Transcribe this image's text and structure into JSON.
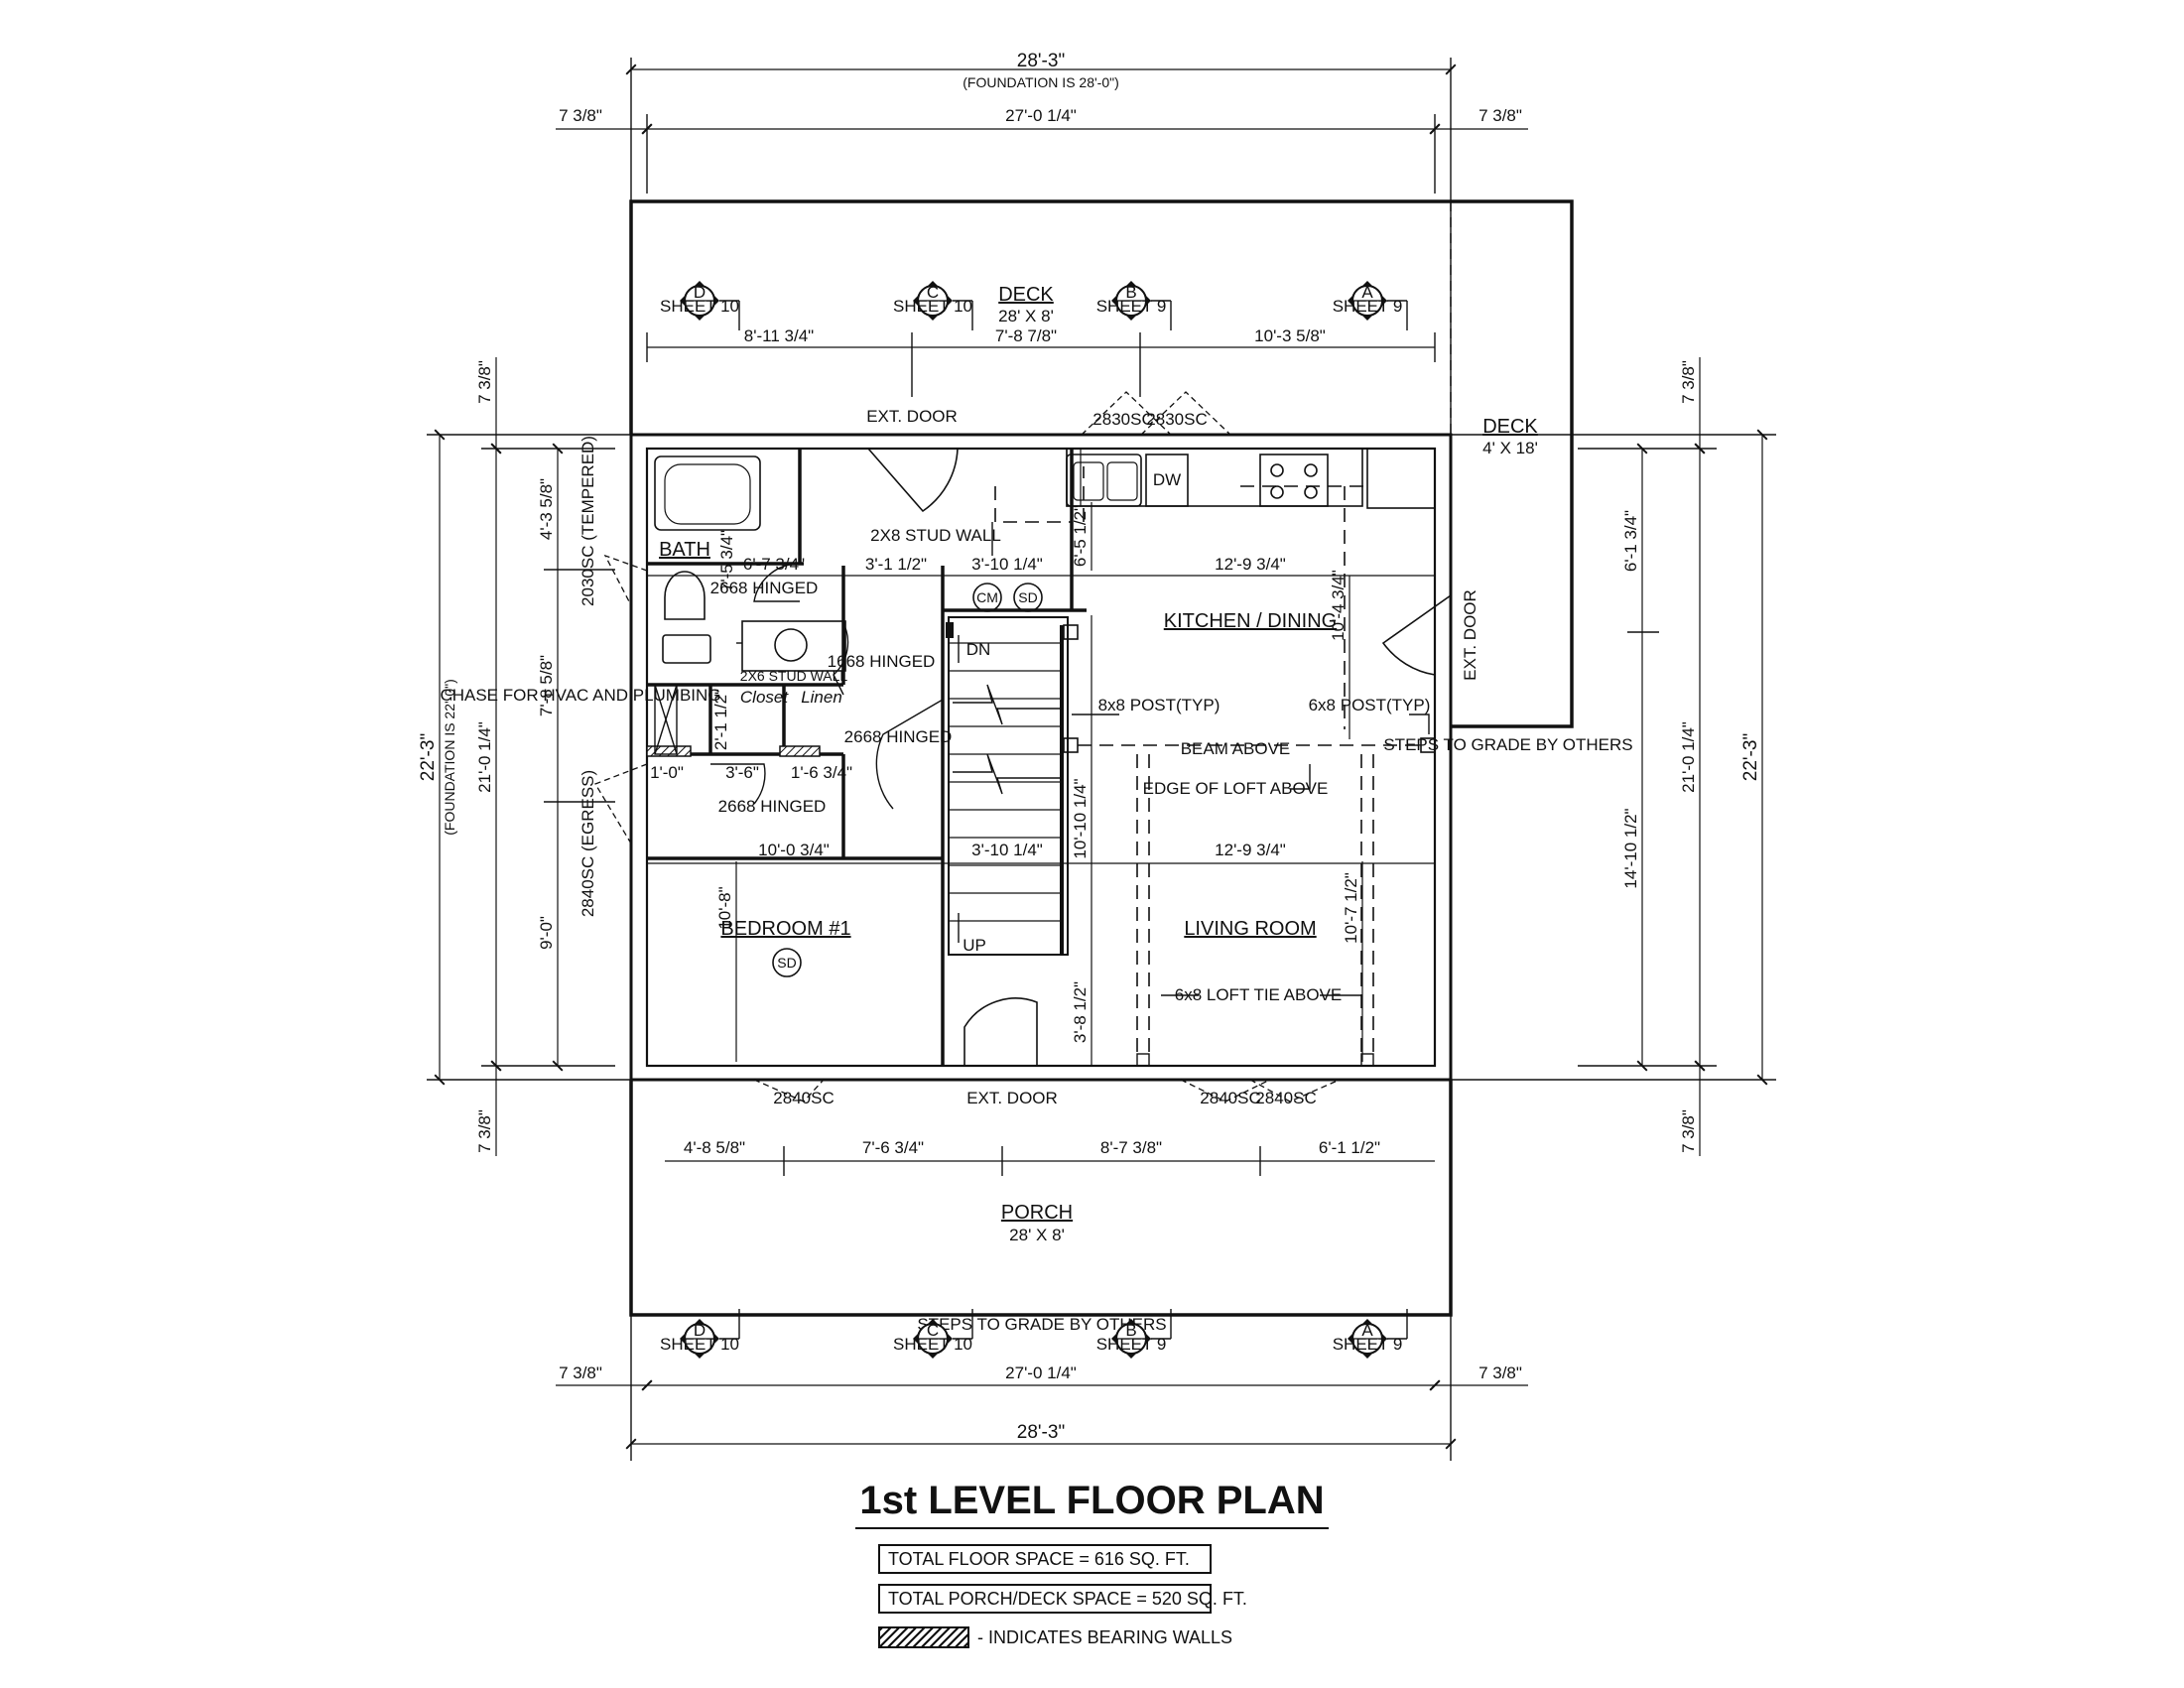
{
  "title": "1st LEVEL FLOOR PLAN",
  "stats": {
    "floor_space": "TOTAL FLOOR SPACE = 616 SQ. FT.",
    "porch_deck_space": "TOTAL PORCH/DECK SPACE = 520 SQ. FT."
  },
  "legend": {
    "bearing_walls": "- INDICATES BEARING WALLS"
  },
  "overall": {
    "top_width": "28'-3\"",
    "foundation_width": "(FOUNDATION IS 28'-0\")",
    "inner_width": "27'-0 1/4\"",
    "offset": "7 3/8\"",
    "bottom_width": "28'-3\"",
    "side_height": "22'-3\"",
    "foundation_height": "(FOUNDATION IS 22'-0\")",
    "inner_height": "21'-0 1/4\""
  },
  "rooms": {
    "deck_rear": {
      "name": "DECK",
      "size": "28' X 8'"
    },
    "deck_side": {
      "name": "DECK",
      "size": "4' X 18'"
    },
    "porch": {
      "name": "PORCH",
      "size": "28' X 8'"
    },
    "kitchen": "KITCHEN / DINING",
    "living": "LIVING ROOM",
    "bedroom": "BEDROOM #1",
    "bath": "BATH",
    "closet": "Closet",
    "linen": "Linen"
  },
  "sections": [
    {
      "letter": "D",
      "sheet": "SHEET 10"
    },
    {
      "letter": "C",
      "sheet": "SHEET 10"
    },
    {
      "letter": "B",
      "sheet": "SHEET 9"
    },
    {
      "letter": "A",
      "sheet": "SHEET 9"
    }
  ],
  "top_dims": [
    "8'-11 3/4\"",
    "7'-8 7/8\"",
    "10'-3 5/8\""
  ],
  "bottom_dims": [
    "4'-8 5/8\"",
    "7'-6 3/4\"",
    "8'-7 3/8\"",
    "6'-1 1/2\""
  ],
  "interior_dims": {
    "bath_w": "6'-7 3/4\"",
    "bath_h": "7'-5 3/4\"",
    "hall_w": "3'-1 1/2\"",
    "stair_w_top": "3'-10 1/4\"",
    "stair_w_bot": "3'-10 1/4\"",
    "kitchen_w": "12'-9 3/4\"",
    "kitchen_counter": "6'-5 1/2\"",
    "kitchen_h": "10'-4 3/4\"",
    "stair_h": "10'-10 1/4\"",
    "closet_h": "2'-1 1/2\"",
    "c1": "1'-0\"",
    "c2": "3'-6\"",
    "c3": "1'-6 3/4\"",
    "bedroom_w": "10'-0 3/4\"",
    "living_w": "12'-9 3/4\"",
    "bedroom_h": "10'-8\"",
    "living_h": "10'-7 1/2\"",
    "porch_gap": "3'-8 1/2\"",
    "left_top": "4'-3 5/8\"",
    "left_mid": "7'-8 5/8\"",
    "left_bot": "9'-0\"",
    "right_top": "6'-1 3/4\"",
    "right_bot": "14'-10 1/2\""
  },
  "notes": {
    "ext_door": "EXT. DOOR",
    "win_2830a": "2830SC",
    "win_2830b": "2830SC",
    "stud_2x8": "2X8 STUD WALL",
    "stud_2x6": "2X6 STUD WALL",
    "win_2030": "2030SC (TEMPERED)",
    "door_2668a": "2668 HINGED",
    "door_1668": "1668 HINGED",
    "door_2668b": "2668 HINGED",
    "door_2668c": "2668 HINGED",
    "chase": "CHASE FOR HVAC AND PLUMBING",
    "win_2840egress": "2840SC (EGRESS)",
    "post_8x8": "8x8 POST(TYP)",
    "post_6x8": "6x8 POST(TYP)",
    "beam_above": "BEAM ABOVE",
    "edge_loft": "EDGE OF LOFT ABOVE",
    "loft_tie": "6x8 LOFT TIE ABOVE",
    "steps_side": "STEPS TO GRADE BY OTHERS",
    "steps_porch": "STEPS TO GRADE BY OTHERS",
    "win_2840": "2840SC",
    "dw": "DW",
    "dn": "DN",
    "up": "UP",
    "cm": "CM",
    "sd": "SD"
  }
}
